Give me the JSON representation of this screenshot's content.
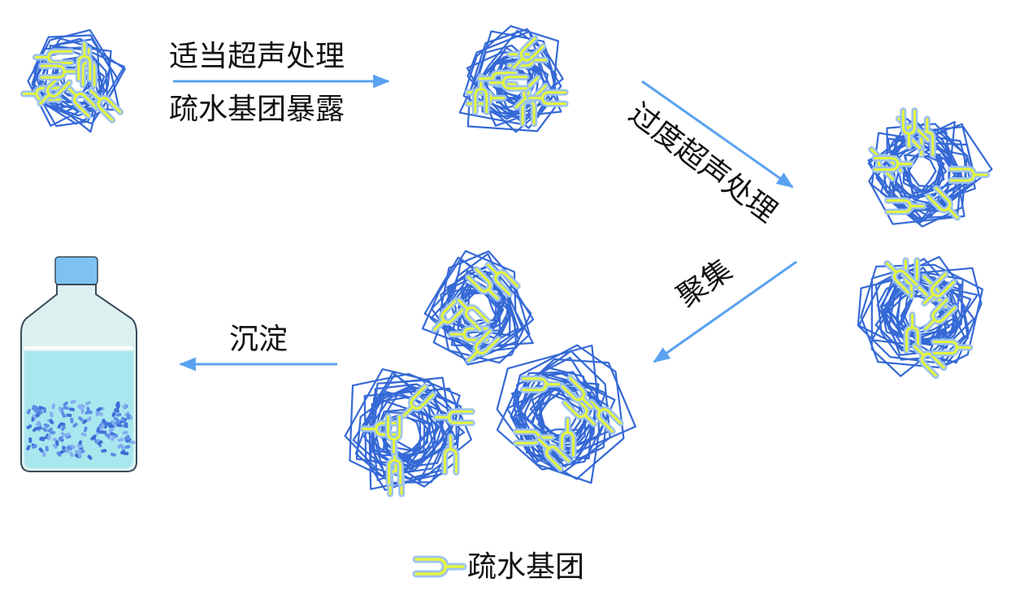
{
  "steps": {
    "step1_line1": "适当超声处理",
    "step1_line2": "疏水基团暴露",
    "step2": "过度超声处理",
    "step3": "聚集",
    "step4": "沉淀"
  },
  "legend": {
    "label": "疏水基团"
  },
  "colors": {
    "protein_chain": "#3569d6",
    "hydrophobic_group": "#e4f53c",
    "group_outline": "#9cc2f2",
    "arrow": "#5aa2f0",
    "bottle_cap": "#7ec2f2",
    "liquid": "#a9e7ee",
    "bottle_glass": "#dcf1ef"
  }
}
